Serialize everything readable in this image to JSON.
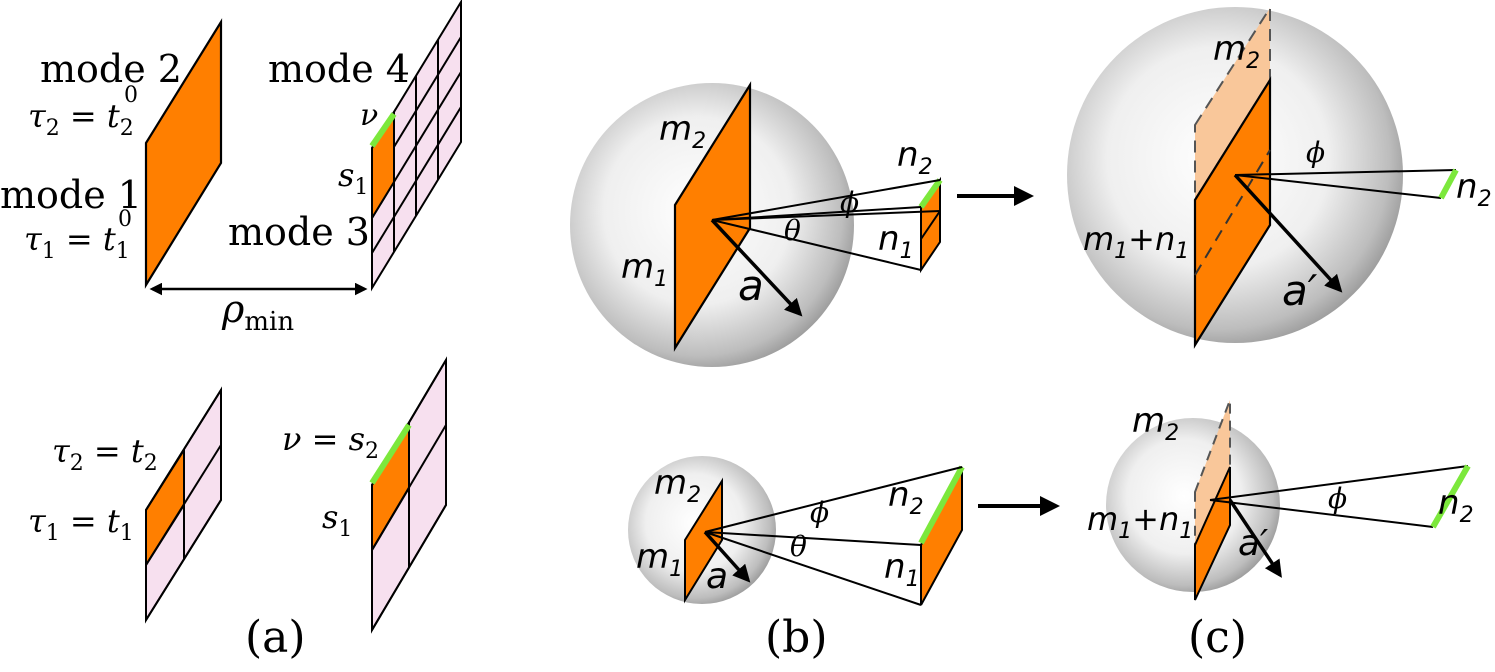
{
  "colors": {
    "orange": "#ff7f00",
    "light_orange": "#f9c79a",
    "pink": "#f7e0ef",
    "green": "#7ce83c",
    "black": "#000000"
  },
  "panel_a": {
    "top": {
      "mode2": "mode 2",
      "tau2": "τ",
      "tau2_sub": "2",
      "eq": " = ",
      "t2": "t",
      "t2_sub": "2",
      "t2_sup": "0",
      "mode1": "mode 1",
      "tau1": "τ",
      "tau1_sub": "1",
      "t1": "t",
      "t1_sub": "1",
      "t1_sup": "0",
      "mode4": "mode 4",
      "mode3": "mode 3",
      "nu": "ν",
      "s1": "s",
      "s1_sub": "1",
      "rho": "ρ",
      "rho_sub": "min"
    },
    "bottom": {
      "tau2": "τ",
      "tau2_sub": "2",
      "eq": " = ",
      "t2": "t",
      "t2_sub": "2",
      "tau1": "τ",
      "tau1_sub": "1",
      "t1": "t",
      "t1_sub": "1",
      "nu": "ν",
      "s2": "s",
      "s2_sub": "2",
      "s1": "s",
      "s1_sub": "1"
    },
    "caption": "(a)"
  },
  "panel_b": {
    "m": "m",
    "n": "n",
    "sub1": "1",
    "sub2": "2",
    "phi": "ϕ",
    "theta": "θ",
    "a": "a",
    "caption": "(b)"
  },
  "panel_c": {
    "m": "m",
    "n": "n",
    "sub1": "1",
    "sub2": "2",
    "plus": "+",
    "phi": "ϕ",
    "a_prime": "a′",
    "caption": "(c)"
  }
}
